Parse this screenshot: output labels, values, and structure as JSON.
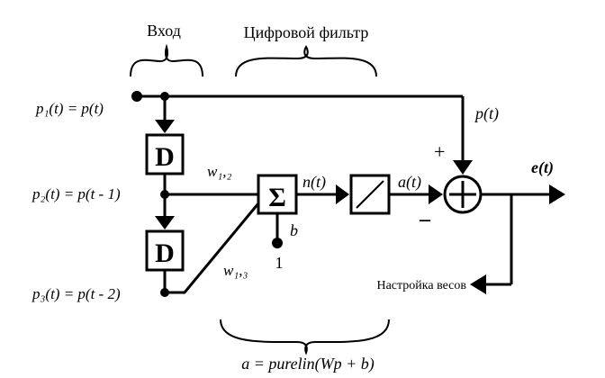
{
  "headings": {
    "input": "Вход",
    "digital_filter": "Цифровой фильтр"
  },
  "inputs": {
    "p1": "p₁(t) = p(t)",
    "p2": "p₂(t) = p(t - 1)",
    "p3": "p₃(t) = p(t - 2)"
  },
  "delay_label": "D",
  "weights": {
    "w12": "w₁,₂",
    "w13": "w₁,₃"
  },
  "summer": {
    "symbol": "Σ",
    "bias": "b",
    "one": "1"
  },
  "signals": {
    "net": "n(t)",
    "activation": "a(t)",
    "target": "p(t)",
    "error": "e(t)",
    "plus": "+",
    "minus": "–"
  },
  "feedback_label": "Настройка весов",
  "formula": "a = purelin(Wp + b)"
}
